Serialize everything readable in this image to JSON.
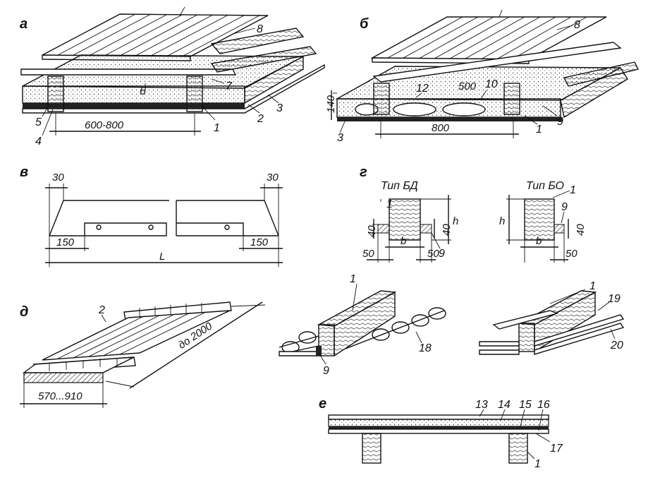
{
  "panels": {
    "a": {
      "letter": "а",
      "dim": "600-800",
      "callouts": [
        "8",
        "6",
        "7",
        "5",
        "4",
        "1",
        "2",
        "3"
      ]
    },
    "b": {
      "letter": "б",
      "dims": [
        "140",
        "500",
        "800"
      ],
      "callouts": [
        "8",
        "12",
        "10",
        "3",
        "1",
        "9"
      ]
    },
    "v": {
      "letter": "в",
      "dims": [
        "30",
        "30",
        "150",
        "150",
        "L"
      ]
    },
    "g": {
      "letter": "г",
      "type_bd": "Тип БД",
      "type_bo": "Тип БО",
      "callouts": [
        "1",
        "9",
        "1",
        "9"
      ],
      "dims_bd": [
        "40",
        "40",
        "h",
        "b",
        "50",
        "50"
      ],
      "dims_bo": [
        "h",
        "40",
        "b",
        "50"
      ]
    },
    "d": {
      "letter": "д",
      "dim_len": "до 2000",
      "dim_width": "570...910",
      "callouts": [
        "2",
        "1",
        "18",
        "9",
        "1",
        "19",
        "20"
      ]
    },
    "e": {
      "letter": "е",
      "callouts": [
        "13",
        "14",
        "15",
        "16",
        "17",
        "1"
      ]
    }
  },
  "colors": {
    "ink": "#111111",
    "paper": "#ffffff"
  }
}
